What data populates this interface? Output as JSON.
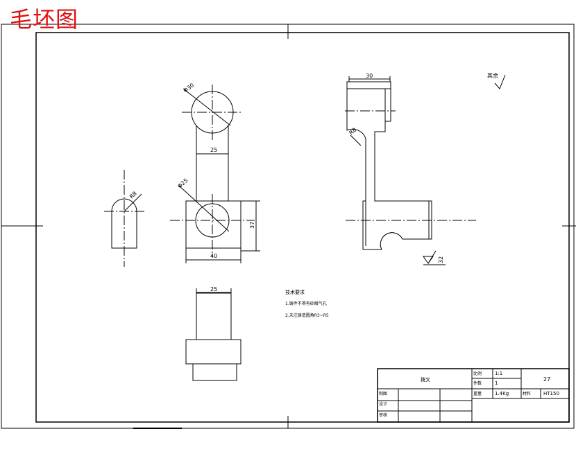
{
  "stamp_title": "毛坯图",
  "dims": {
    "d30": "Φ30",
    "w25_top": "25",
    "d25": "Φ25",
    "w40": "40",
    "h37": "37",
    "w25_bottom": "25",
    "w30": "30",
    "r8": "R8",
    "r8_side": "R8",
    "ra": "32",
    "other": "其余"
  },
  "notes": {
    "title": "技术要求",
    "line1": "1.铸件不得有砂眼气孔",
    "line2": "2.未注铸造圆角R3~R5"
  },
  "title_block": {
    "part_name": "拨叉",
    "scale_label": "比例",
    "scale": "1:1",
    "qty_label": "件数",
    "qty": "1",
    "weight_label": "重量",
    "weight": "1.4Kg",
    "material_label": "材料",
    "material": "HT150",
    "drawing_no": "27",
    "drawn_label": "制图",
    "design_label": "设计",
    "check_label": "审核"
  },
  "colors": {
    "line": "#000000",
    "stamp": "#e01010"
  }
}
